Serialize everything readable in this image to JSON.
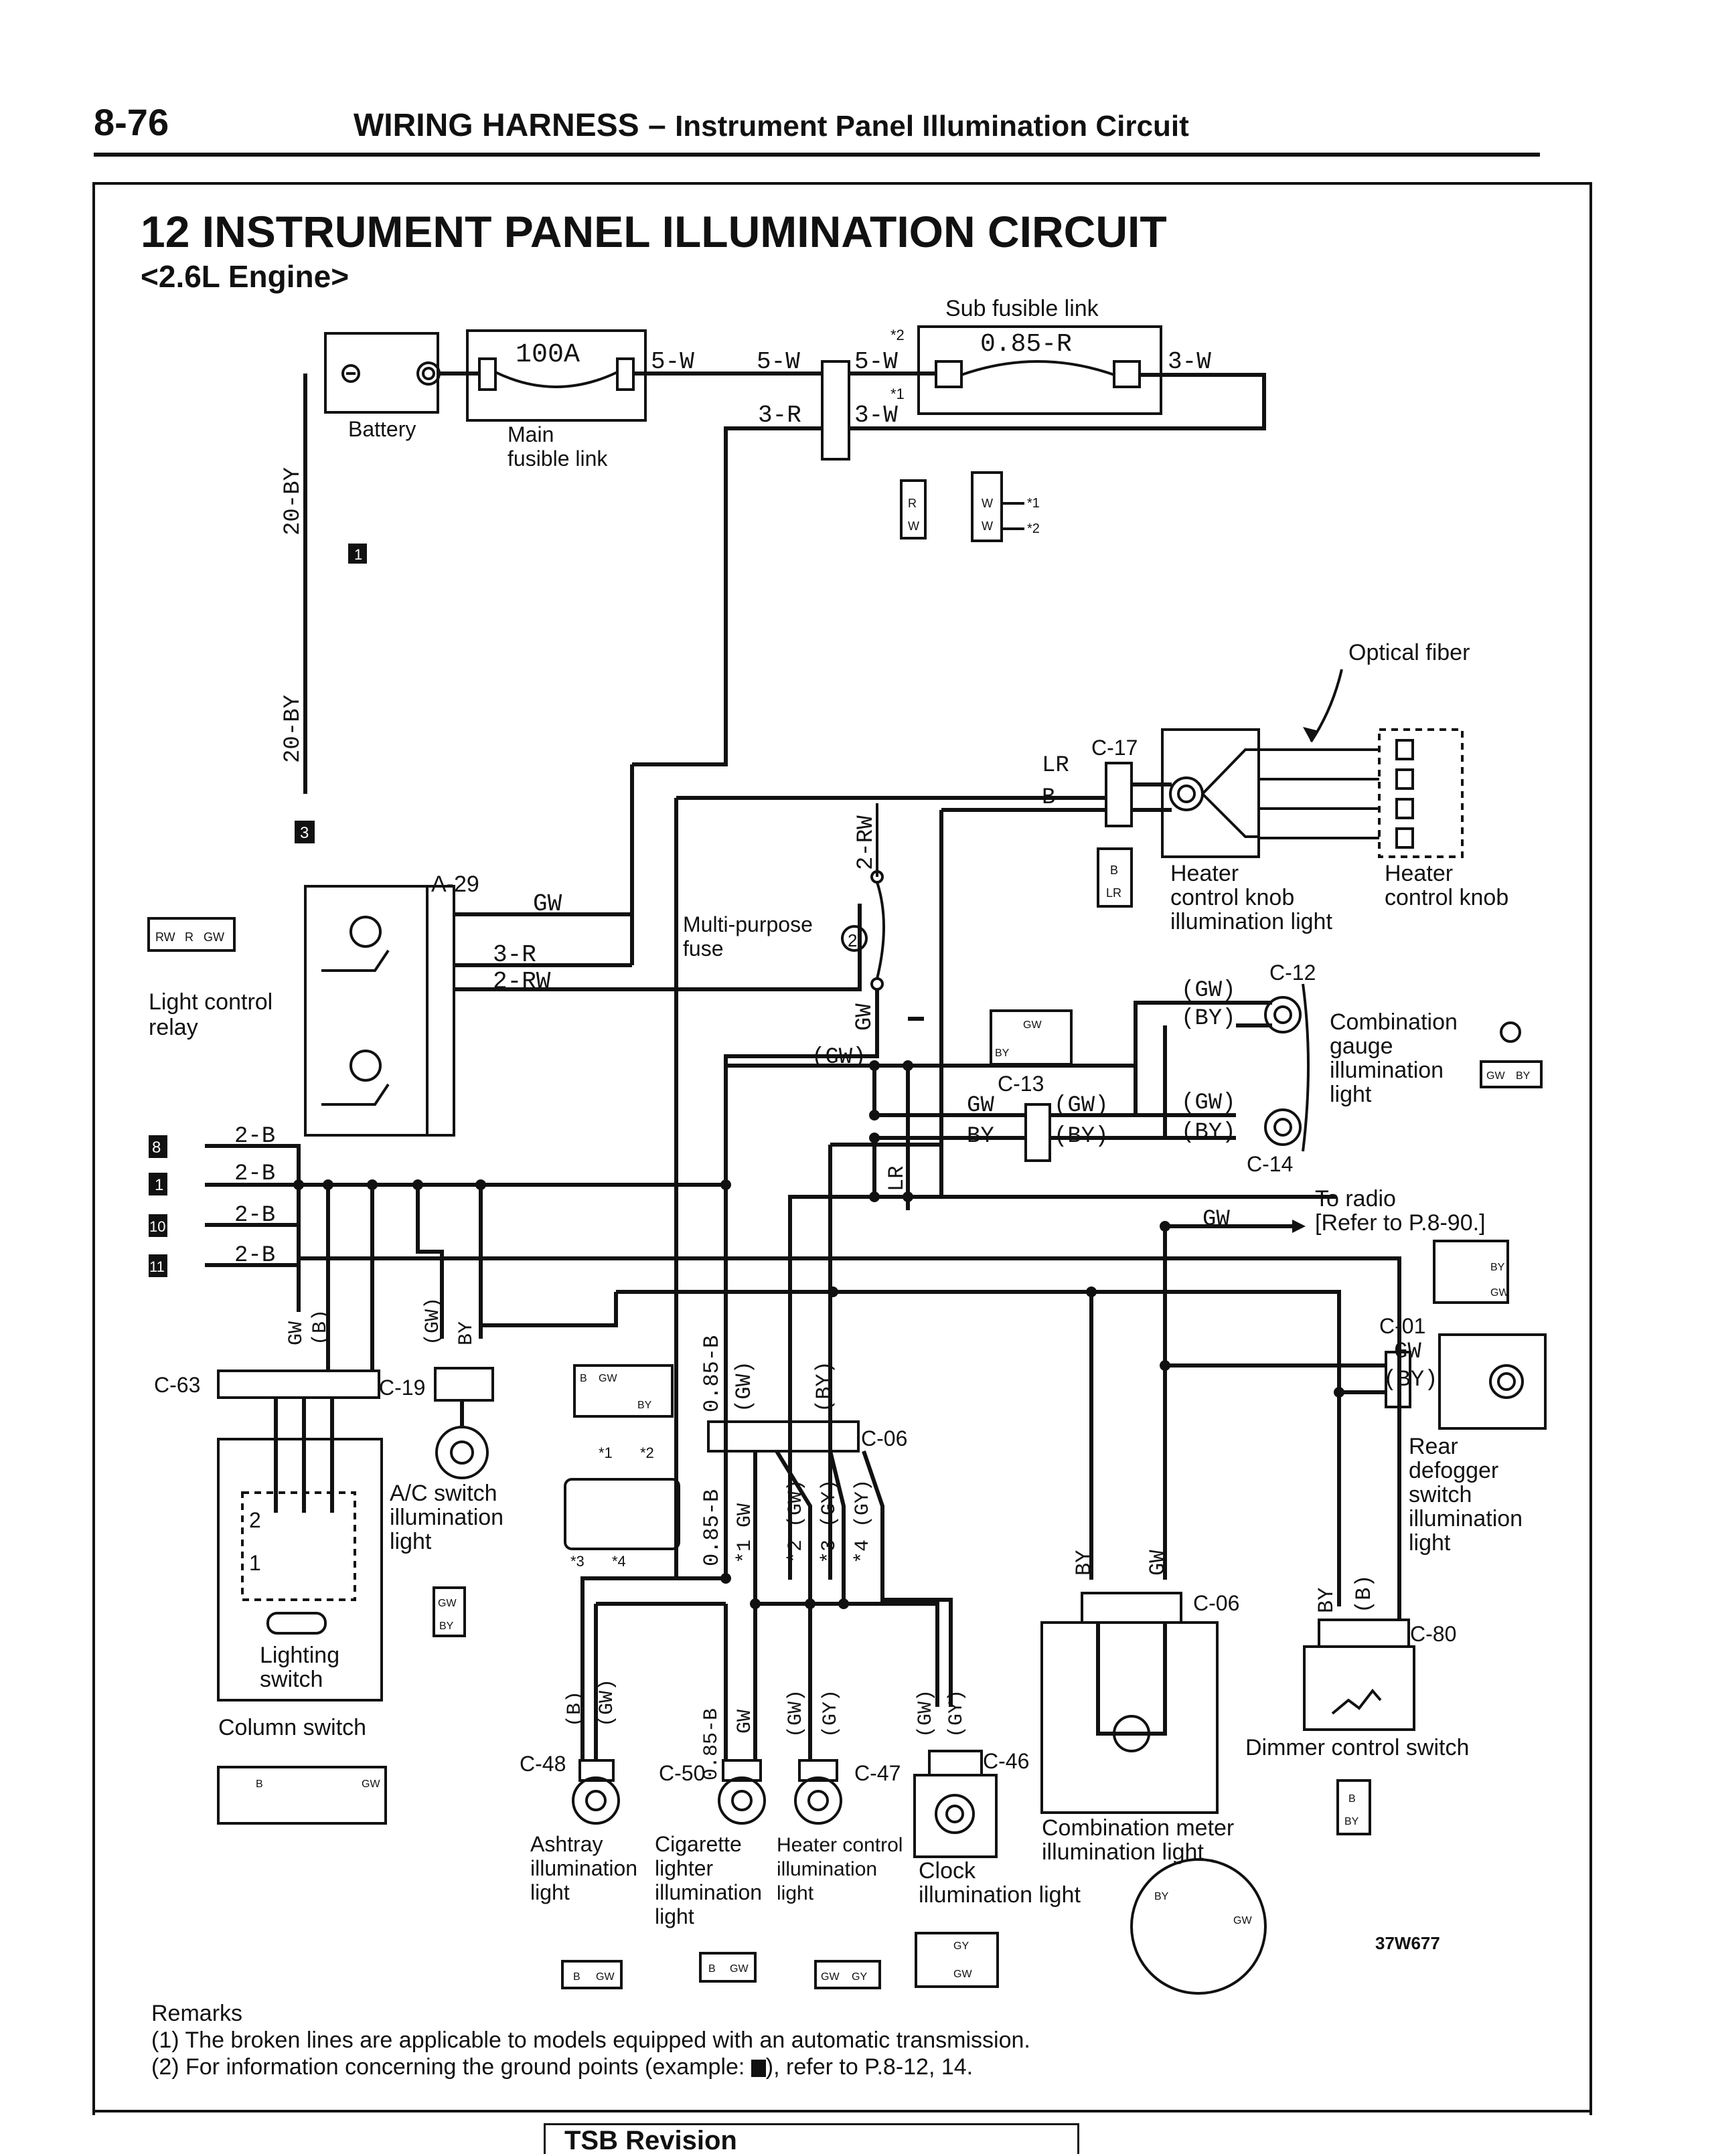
{
  "header": {
    "page_number": "8-76",
    "title": "WIRING HARNESS",
    "dash": "–",
    "subtitle": "Instrument Panel Illumination Circuit"
  },
  "section": {
    "title": "12 INSTRUMENT PANEL ILLUMINATION CIRCUIT",
    "subtitle": "<2.6L Engine>"
  },
  "labels": {
    "battery": "Battery",
    "main_fusible_link_1": "Main",
    "main_fusible_link_2": "fusible link",
    "fuse_100a": "100A",
    "sub_fusible_link": "Sub fusible link",
    "sub_link_rating": "0.85-R",
    "optical_fiber": "Optical fiber",
    "heater_knob_light_1": "Heater",
    "heater_knob_light_2": "control knob",
    "heater_knob_light_3": "illumination light",
    "heater_knob_1": "Heater",
    "heater_knob_2": "control knob",
    "mp_fuse_1": "Multi-purpose",
    "mp_fuse_2": "fuse",
    "mp_fuse_no": "2",
    "light_relay_1": "Light control",
    "light_relay_2": "relay",
    "combo_gauge_1": "Combination",
    "combo_gauge_2": "gauge",
    "combo_gauge_3": "illumination",
    "combo_gauge_4": "light",
    "to_radio_1": "To radio",
    "to_radio_2": "[Refer to P.8-90.]",
    "rear_defog_1": "Rear",
    "rear_defog_2": "defogger",
    "rear_defog_3": "switch",
    "rear_defog_4": "illumination",
    "rear_defog_5": "light",
    "ac_switch_1": "A/C switch",
    "ac_switch_2": "illumination",
    "ac_switch_3": "light",
    "lighting_switch_1": "Lighting",
    "lighting_switch_2": "switch",
    "column_switch": "Column switch",
    "dimmer_switch": "Dimmer control switch",
    "combo_meter_1": "Combination meter",
    "combo_meter_2": "illumination light",
    "ashtray_1": "Ashtray",
    "ashtray_2": "illumination",
    "ashtray_3": "light",
    "cig_1": "Cigarette",
    "cig_2": "lighter",
    "cig_3": "illumination",
    "cig_4": "light",
    "heater_ctrl_1": "Heater control",
    "heater_ctrl_2": "illumination",
    "heater_ctrl_3": "light",
    "clock_1": "Clock",
    "clock_2": "illumination light",
    "code": "37W677",
    "pos_1": "1",
    "pos_2": "2"
  },
  "connectors": {
    "a29": "A-29",
    "c17": "C-17",
    "c12": "C-12",
    "c13": "C-13",
    "c14": "C-14",
    "c01": "C-01",
    "c63": "C-63",
    "c19": "C-19",
    "c06a": "C-06",
    "c06b": "C-06",
    "c80": "C-80",
    "c48": "C-48",
    "c50": "C-50",
    "c47": "C-47",
    "c46": "C-46"
  },
  "ground_points": [
    "1",
    "3",
    "8",
    "1",
    "10",
    "11"
  ],
  "wires": {
    "w5w_a": "5-W",
    "w5w_b": "5-W",
    "w5w_c": "5-W",
    "w3w_a": "3-W",
    "w3w_b": "3-W",
    "w3r_a": "3-R",
    "w3r_b": "3-R",
    "w20by_a": "20-BY",
    "w20by_b": "20-BY",
    "w2rw_a": "2-RW",
    "w2rw_b": "2-RW",
    "wgw_relay": "GW",
    "wgw_fuse": "GW",
    "wgw_p": "(GW)",
    "wlr": "LR",
    "wb": "B",
    "wlr_v": "LR",
    "w2b_1": "2-B",
    "w2b_2": "2-B",
    "w2b_3": "2-B",
    "w2b_4": "2-B",
    "c12_gw": "(GW)",
    "c12_by": "(BY)",
    "c14_gw": "(GW)",
    "c14_by": "(BY)",
    "c13_gw": "GW",
    "c13_by": "BY",
    "c13_pgw": "(GW)",
    "c13_pby": "(BY)",
    "radio_gw": "GW",
    "c01_gw": "GW",
    "c01_by": "(BY)",
    "c63_gw": "GW",
    "c63_b": "(B)",
    "c19_gw": "(GW)",
    "c19_by": "BY",
    "c06_085b": "0.85-B",
    "c06_gw": "(GW)",
    "c06_by": "(BY)",
    "c06_085b_lo": "0.85-B",
    "c06_gw1": "*1 GW",
    "c06_gw2": "*2 (GW)",
    "c06_gy3": "*3 (GY)",
    "c06_gy4": "*4 (GY)",
    "meter_by": "BY",
    "meter_gw": "GW",
    "dim_by": "BY",
    "dim_b": "(B)",
    "c48_b": "(B)",
    "c48_gw": "(GW)",
    "c50_085b": "0.85-B",
    "c50_gw": "GW",
    "c47_gw": "(GW)",
    "c47_gy": "(GY)",
    "c46_gw": "(GW)",
    "c46_gy": "(GY)",
    "star1": "*1",
    "star2": "*2",
    "star3": "*3",
    "star4": "*4"
  },
  "pin_codes": {
    "r": "R",
    "w": "W",
    "rw": "RW",
    "gw": "GW",
    "b": "B",
    "lr": "LR",
    "by": "BY",
    "gy": "GY"
  },
  "remarks": {
    "heading": "Remarks",
    "r1": "(1)  The broken lines are applicable to models equipped with an automatic transmission.",
    "r2a": "(2)  For information concerning the ground points (example: ",
    "r2b": "), refer to P.8-12, 14."
  },
  "footer": {
    "tsb": "TSB Revision"
  }
}
